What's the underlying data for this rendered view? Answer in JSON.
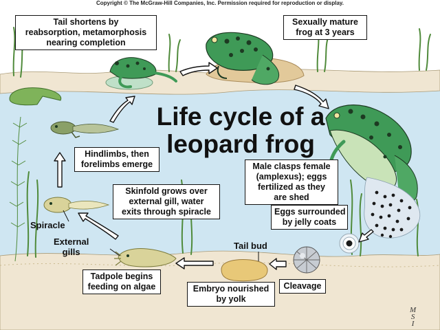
{
  "copyright": "Copyright © The McGraw-Hill Companies, Inc. Permission required for reproduction or display.",
  "title": [
    "Life cycle of a",
    "leopard frog"
  ],
  "captions": {
    "tail_shortens": [
      "Tail shortens by",
      "reabsorption, metamorphosis",
      "nearing completion"
    ],
    "sexually_mature": [
      "Sexually mature",
      "frog at 3 years"
    ],
    "hindlimbs": [
      "Hindlimbs, then",
      "forelimbs emerge"
    ],
    "male_clasps": [
      "Male clasps female",
      "(amplexus); eggs",
      "fertilized as they",
      "are shed"
    ],
    "skinfold": [
      "Skinfold grows over",
      "external gill, water",
      "exits through spiracle"
    ],
    "eggs_surrounded": [
      "Eggs surrounded",
      "by jelly coats"
    ],
    "tadpole_feeding": [
      "Tadpole begins",
      "feeding on algae"
    ],
    "embryo": [
      "Embryo nourished",
      "by yolk"
    ],
    "cleavage": [
      "Cleavage"
    ]
  },
  "labels": {
    "spiracle": "Spiracle",
    "external_gills": [
      "External",
      "gills"
    ],
    "tail_bud": "Tail bud"
  },
  "signature": [
    "M",
    "S",
    "I"
  ],
  "colors": {
    "water": "#cfe6f2",
    "sediment": "#f0e6d2",
    "plant": "#4f8a3a",
    "frog": "#3f9a57",
    "spot": "#1d3a22",
    "larva": "#d9d39a"
  }
}
